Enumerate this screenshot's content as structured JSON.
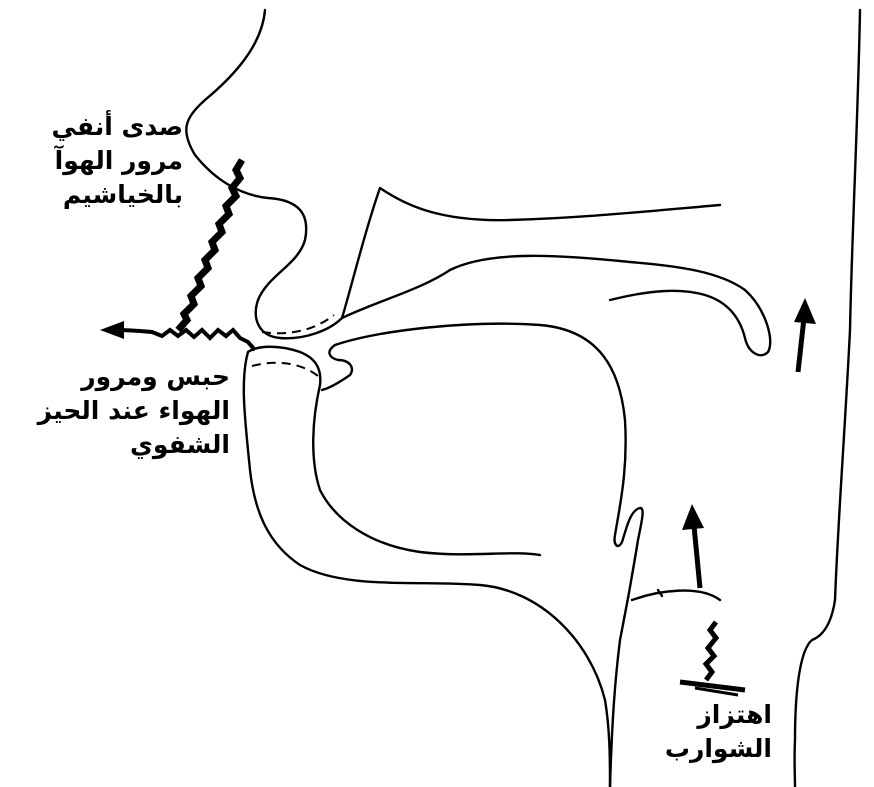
{
  "labels": {
    "nasal": {
      "line1": "صدى أنفي",
      "line2": "مرور الهوآ",
      "line3": "بالخياشيم"
    },
    "lips": {
      "line1": "حبس ومرور",
      "line2": "الهواء عند الحيز",
      "line3": "الشفوي"
    },
    "vibration": {
      "line1": "اهتزاز",
      "line2": "الشوارب"
    }
  },
  "colors": {
    "ink": "#000000",
    "paper": "#ffffff"
  }
}
